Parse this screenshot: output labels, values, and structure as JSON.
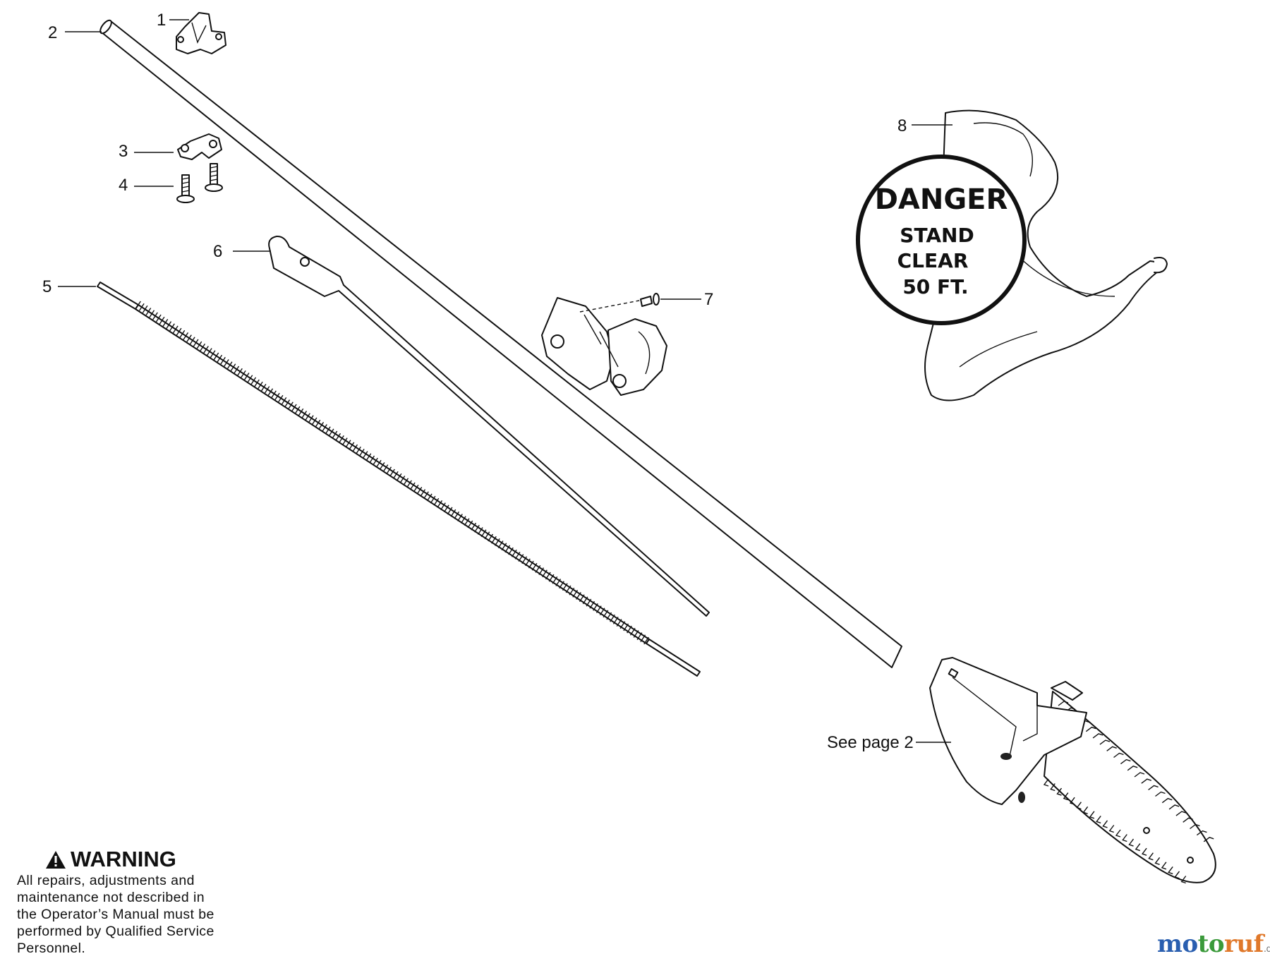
{
  "callouts": {
    "c1": "1",
    "c2": "2",
    "c3": "3",
    "c4": "4",
    "c5": "5",
    "c6": "6",
    "c7": "7",
    "c8": "8",
    "see_page": "See page 2"
  },
  "danger_tag": {
    "title": "DANGER",
    "line1": "STAND",
    "line2": "CLEAR",
    "line3": "50 FT."
  },
  "warning": {
    "title": "WARNING",
    "lines": [
      "All repairs, adjustments and",
      "maintenance not described in",
      "the Operator’s Manual must be",
      "performed by Qualified Service",
      "Personnel."
    ]
  },
  "logo": {
    "prefix": "mo",
    "mid": "to",
    "suffix": "ruf",
    "tld": ".de"
  },
  "colors": {
    "line": "#111111",
    "logo_blue": "#2a5fb0",
    "logo_green": "#3b9a3b",
    "logo_orange": "#e0782a",
    "logo_red": "#c8322c"
  }
}
